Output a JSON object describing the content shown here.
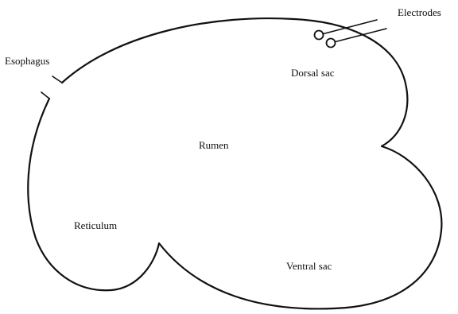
{
  "labels": {
    "electrodes": "Electrodes",
    "esophagus": "Esophagus",
    "dorsal_sac": "Dorsal sac",
    "rumen": "Rumen",
    "reticulum": "Reticulum",
    "ventral_sac": "Ventral sac"
  },
  "colors": {
    "line": "#111111",
    "background": "#ffffff"
  }
}
